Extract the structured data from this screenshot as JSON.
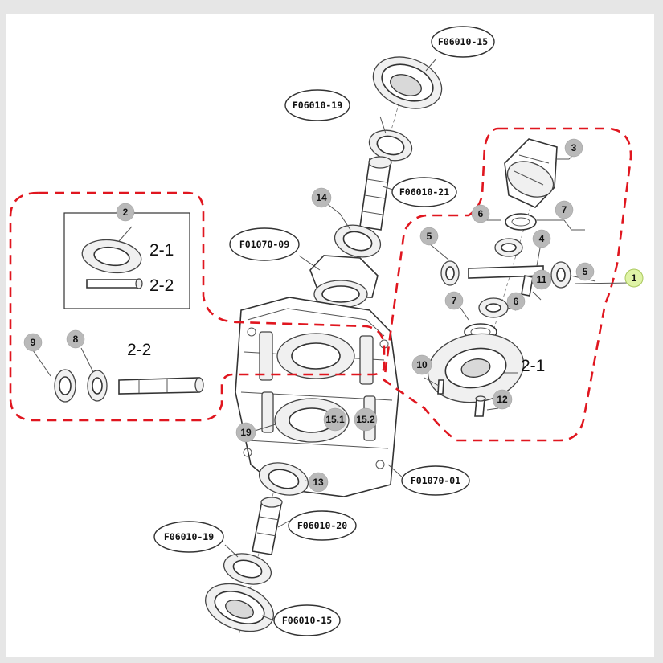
{
  "labels": {
    "f06010_15_top": "F06010-15",
    "f06010_19_top": "F06010-19",
    "f06010_21": "F06010-21",
    "f01070_09": "F01070-09",
    "f01070_01": "F01070-01",
    "f06010_20": "F06010-20",
    "f06010_19_bottom": "F06010-19",
    "f06010_15_bottom": "F06010-15"
  },
  "callouts": {
    "n1": "1",
    "n2": "2",
    "n3": "3",
    "n4": "4",
    "n5_top": "5",
    "n5_right": "5",
    "n6_top": "6",
    "n6_bottom": "6",
    "n7_top": "7",
    "n7_mid": "7",
    "n8": "8",
    "n9": "9",
    "n10": "10",
    "n11": "11",
    "n12": "12",
    "n13": "13",
    "n14": "14",
    "n15_1": "15.1",
    "n15_2": "15.2",
    "n19": "19"
  },
  "sub_labels": {
    "inset_2_1": "2-1",
    "inset_2_2": "2-2",
    "left_2_2": "2-2",
    "right_2_1": "2-1"
  }
}
